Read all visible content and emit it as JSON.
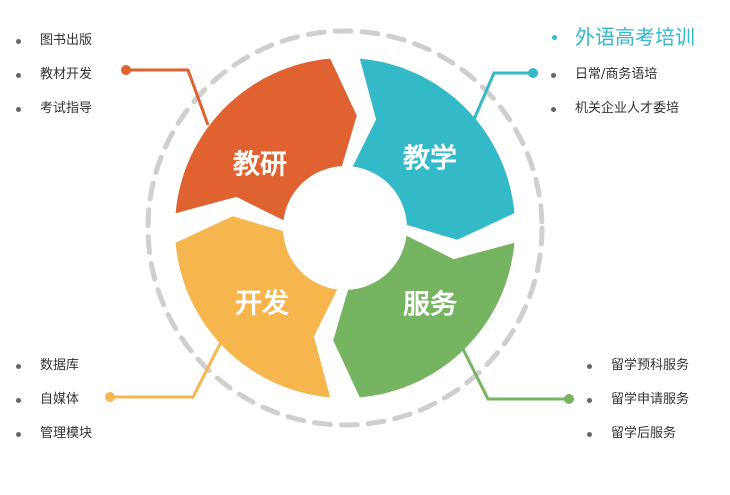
{
  "segments": [
    {
      "id": "research",
      "label": "教研",
      "color": "#e06230"
    },
    {
      "id": "teaching",
      "label": "教学",
      "color": "#34b9c9"
    },
    {
      "id": "service",
      "label": "服务",
      "color": "#76b462"
    },
    {
      "id": "development",
      "label": "开发",
      "color": "#f6b54d"
    }
  ],
  "top_left_items": [
    "图书出版",
    "教材开发",
    "考试指导"
  ],
  "top_right_title": "外语高考培训",
  "top_right_items": [
    "日常/商务语培",
    "机关企业人才委培"
  ],
  "bottom_left_items": [
    "数据库",
    "自媒体",
    "管理模块"
  ],
  "bottom_right_items": [
    "留学预科服务",
    "留学申请服务",
    "留学后服务"
  ],
  "colors": {
    "dashed_ring": "#cfcfcf",
    "bullet": "#666666",
    "text": "#333333",
    "title_accent": "#34b9c9"
  }
}
